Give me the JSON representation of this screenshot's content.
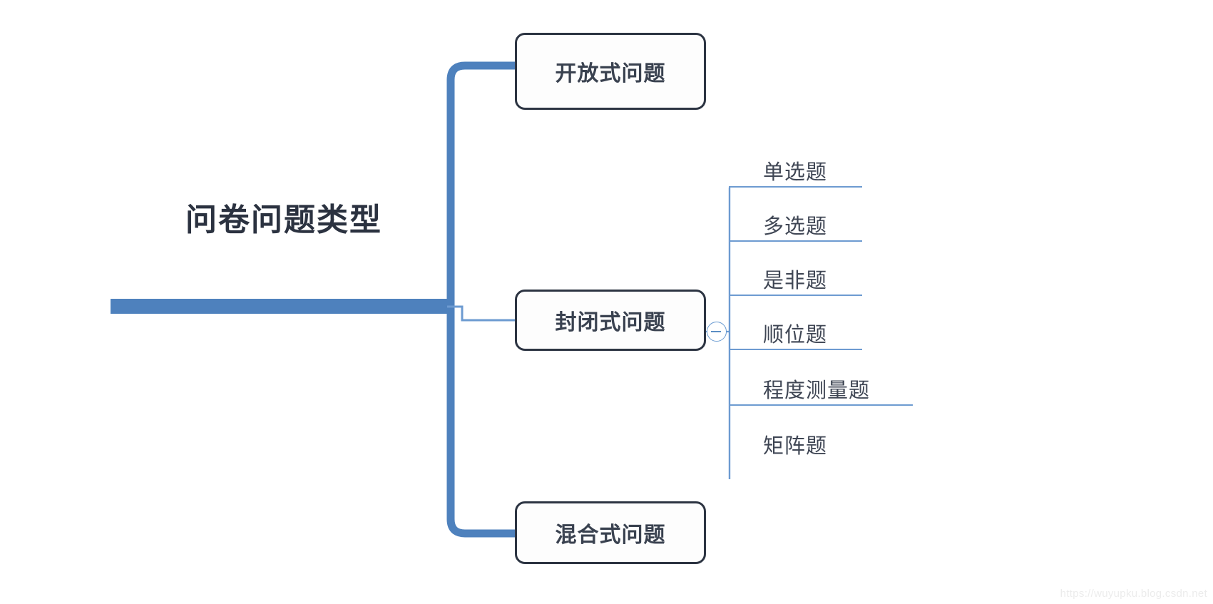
{
  "diagram": {
    "type": "mindmap",
    "title": "问卷问题类型",
    "orientation": "left-to-right",
    "colors": {
      "trunk": "#4E81BD",
      "root_bar": "#4E81BD",
      "node_border": "#2C3442",
      "node_text": "#3A4250",
      "leaf_line": "#6D9BD1",
      "leaf_text": "#3F4654",
      "toggle": "#5B8EC4",
      "background": "#FFFFFF",
      "watermark": "#ECECEC"
    },
    "root": {
      "label": "问卷问题类型"
    },
    "branches": [
      {
        "id": "open",
        "label": "开放式问题",
        "children": []
      },
      {
        "id": "closed",
        "label": "封闭式问题",
        "toggle": {
          "name": "collapse-toggle",
          "state": "expanded",
          "glyph": "minus-circle-icon"
        },
        "children": [
          {
            "label": "单选题"
          },
          {
            "label": "多选题"
          },
          {
            "label": "是非题"
          },
          {
            "label": "顺位题"
          },
          {
            "label": "程度测量题"
          },
          {
            "label": "矩阵题"
          }
        ]
      },
      {
        "id": "mixed",
        "label": "混合式问题",
        "children": []
      }
    ],
    "watermark": "https://wuyupku.blog.csdn.net"
  }
}
